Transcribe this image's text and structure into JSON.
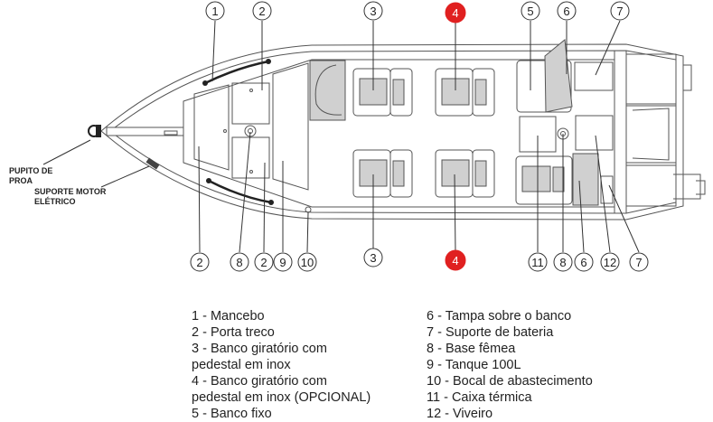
{
  "callouts_top": [
    "1",
    "2",
    "3",
    "4",
    "5",
    "6",
    "7"
  ],
  "callouts_bottom": [
    "2",
    "8",
    "2",
    "9",
    "10",
    "3",
    "4",
    "11",
    "8",
    "6",
    "12",
    "7"
  ],
  "side_labels": {
    "bow_console": [
      "PUPITO DE",
      "PROA"
    ],
    "electric_motor_mount": [
      "SUPORTE MOTOR",
      "ELÉTRICO"
    ]
  },
  "highlight_color": "#e02020",
  "legend_left": [
    "1 - Mancebo",
    "2 - Porta treco",
    "3 - Banco giratório com",
    "pedestal em inox",
    "4 - Banco giratório com",
    "pedestal em inox (OPCIONAL)",
    "5 - Banco fixo"
  ],
  "legend_right": [
    "6 - Tampa sobre o banco",
    "7 - Suporte de bateria",
    "8 - Base fêmea",
    "9 - Tanque 100L",
    "10 - Bocal de abastecimento",
    "11 - Caixa térmica",
    "12 - Viveiro"
  ]
}
